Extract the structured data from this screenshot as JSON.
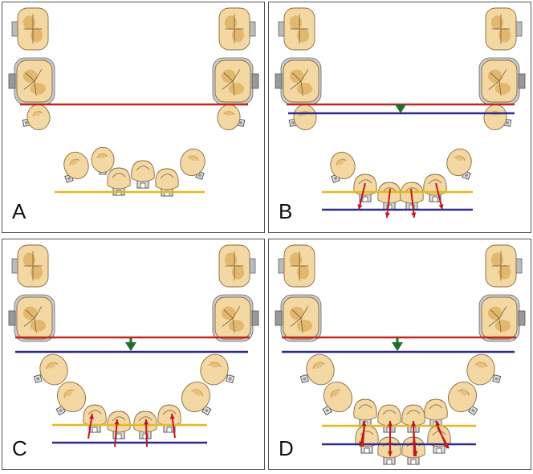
{
  "figure": {
    "panels": [
      {
        "id": "A",
        "label": "A",
        "has_arrow": false,
        "arch": "short",
        "incisor_arrows": "none"
      },
      {
        "id": "B",
        "label": "B",
        "has_arrow": true,
        "arch": "short",
        "incisor_arrows": "down"
      },
      {
        "id": "C",
        "label": "C",
        "has_arrow": true,
        "arch": "long",
        "incisor_arrows": "up"
      },
      {
        "id": "D",
        "label": "D",
        "has_arrow": true,
        "arch": "long",
        "incisor_arrows": "both"
      }
    ],
    "colors": {
      "molar_line": "#c0281e",
      "reference_line": "#2e2a8c",
      "incisor_line": "#e6b81e",
      "arrow_green": "#1f6e2a",
      "force_arrow": "#c0181e",
      "tooth_fill": "#f3d8a4",
      "tooth_shade": "#e2b76e",
      "bracket": "#9a9a9a"
    }
  }
}
